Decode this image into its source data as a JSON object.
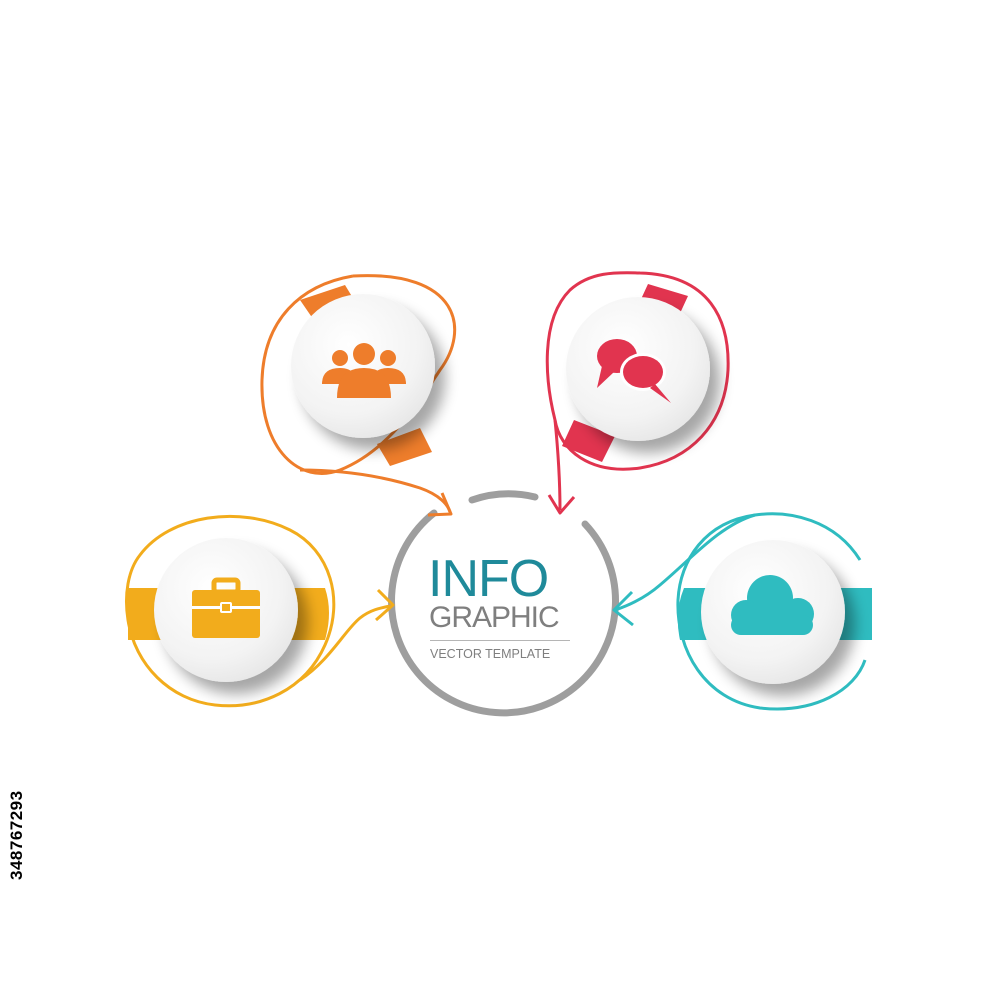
{
  "center": {
    "title_main": "INFO",
    "title_secondary": "GRAPHIC",
    "subtitle": "VECTOR TEMPLATE"
  },
  "colors": {
    "background": "#ffffff",
    "orange": "#ee7d2b",
    "red": "#e1344f",
    "yellow": "#f2ac1c",
    "teal": "#2fbcc0",
    "center_ring": "#9e9e9e",
    "title_main": "#1f8a9a",
    "title_secondary": "#7f7f7f",
    "disc": "#f4f4f4"
  },
  "nodes": [
    {
      "id": "people",
      "icon": "people-icon",
      "color": "orange"
    },
    {
      "id": "chat",
      "icon": "speech-bubbles-icon",
      "color": "red"
    },
    {
      "id": "work",
      "icon": "briefcase-icon",
      "color": "yellow"
    },
    {
      "id": "cloud",
      "icon": "cloud-icon",
      "color": "teal"
    }
  ],
  "watermark": {
    "stock_id": "348767293"
  }
}
